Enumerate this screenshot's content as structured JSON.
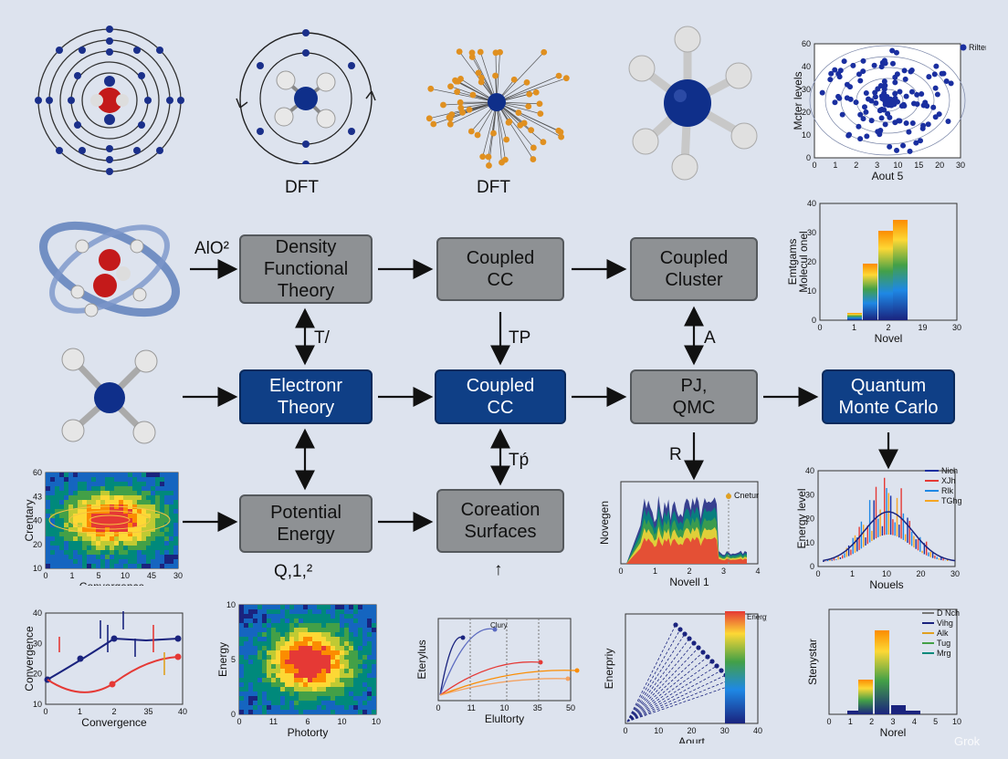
{
  "captions": {
    "dft1": "DFT",
    "dft2": "DFT"
  },
  "boxes": {
    "dft": "Density\nFunctional\nTheory",
    "coupled_cc_top": "Coupled\nCC",
    "coupled_cluster": "Coupled\nCluster",
    "electron_theory": "Electronr\nTheory",
    "coupled_cc_mid": "Coupled\nCC",
    "pj_qmc": "PJ,\nQMC",
    "qmc": "Quantum\nMonte Carlo",
    "potential_energy": "Potential\nEnergy",
    "coreation_surfaces": "Coreation\nSurfaces"
  },
  "labels": {
    "alo2": "AlO²",
    "t1": "T/",
    "tp": "TP",
    "a": "A",
    "tp2": "Tṕ",
    "r": "R",
    "q": "Q,1,²",
    "uparrow": "↑"
  },
  "colors": {
    "gray_box": "#8e9194",
    "blue_box": "#0f3f86",
    "background": "#dde3ee"
  },
  "charts": {
    "scatter": {
      "ylabel": "Mcter levels",
      "xlabel": "Aout 5",
      "legend": "Rilter",
      "xticks": [
        "0",
        "1",
        "2",
        "3",
        "10",
        "15",
        "20",
        "30"
      ],
      "yticks": [
        "0",
        "10",
        "20",
        "30",
        "40",
        "60"
      ]
    },
    "hist_top": {
      "ylabel": "Molecul onel\nEmtgams",
      "xlabel": "Novel",
      "xticks": [
        "0",
        "1",
        "2",
        "19",
        "30"
      ],
      "yticks": [
        "0",
        "10",
        "20",
        "30",
        "40"
      ]
    },
    "heat1": {
      "ylabel": "Crentary",
      "xlabel": "Convergence",
      "xticks": [
        "0",
        "1",
        "5",
        "10",
        "45",
        "30"
      ],
      "yticks": [
        "10",
        "20",
        "40",
        "43",
        "60"
      ]
    },
    "area": {
      "ylabel": "Novegen",
      "xlabel": "Novell 1",
      "legend": "Cnetur",
      "xticks": [
        "0",
        "1",
        "2",
        "3",
        "4"
      ]
    },
    "lines_right": {
      "ylabel": "Energy level",
      "xlabel": "Nouels",
      "legend": [
        "Nich",
        "XJh",
        "Rlk",
        "TGhg"
      ],
      "xticks": [
        "0",
        "1",
        "10",
        "20",
        "30"
      ],
      "yticks": [
        "0",
        "10",
        "20",
        "30",
        "40"
      ]
    },
    "conv": {
      "ylabel": "Convergence",
      "xlabel": "Convergence",
      "xticks": [
        "0",
        "1",
        "2",
        "35",
        "40"
      ],
      "yticks": [
        "10",
        "20",
        "30",
        "40"
      ]
    },
    "heat2": {
      "ylabel": "Energy",
      "xlabel": "Photorty",
      "xticks": [
        "0",
        "11",
        "6",
        "10",
        "10"
      ],
      "yticks": [
        "0",
        "5",
        "10"
      ]
    },
    "eplot": {
      "ylabel": "Eterylus",
      "xlabel": "Elultorty",
      "legend": "Clury",
      "xticks": [
        "0",
        "11",
        "10",
        "35",
        "50"
      ]
    },
    "fan": {
      "ylabel": "Enerpriy",
      "xlabel": "Aourt",
      "legend": "Energy",
      "xticks": [
        "0",
        "10",
        "20",
        "30",
        "40"
      ]
    },
    "hist_bottom": {
      "ylabel": "Stenystar",
      "xlabel": "Norel",
      "legend": [
        "D Nch",
        "Vihg",
        "Alk",
        "Tug",
        "Mrg"
      ],
      "xticks": [
        "0",
        "1",
        "2",
        "3",
        "4",
        "5",
        "10"
      ]
    }
  },
  "watermark": "Grok"
}
